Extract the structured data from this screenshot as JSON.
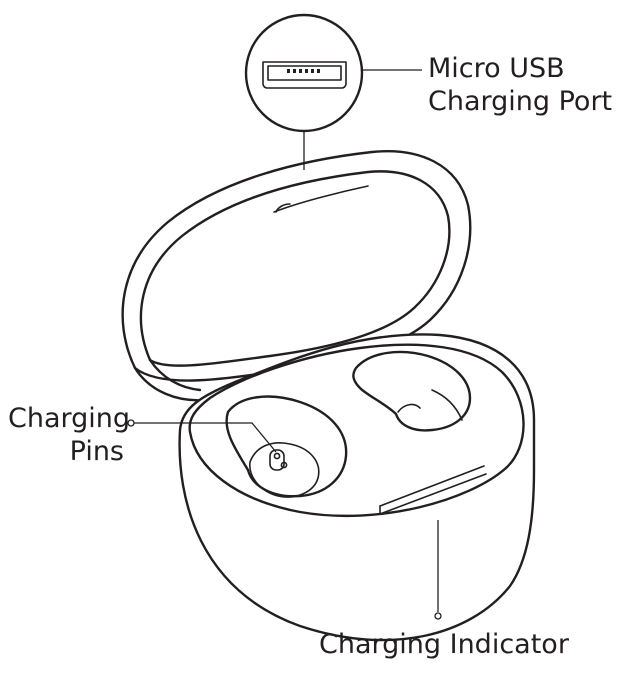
{
  "labels": {
    "micro_usb": [
      "Micro USB",
      "Charging Port"
    ],
    "charging_pins": [
      "Charging",
      "Pins"
    ],
    "charging_indicator": "Charging Indicator"
  },
  "colors": {
    "line": "#231f20",
    "background": "#ffffff"
  }
}
